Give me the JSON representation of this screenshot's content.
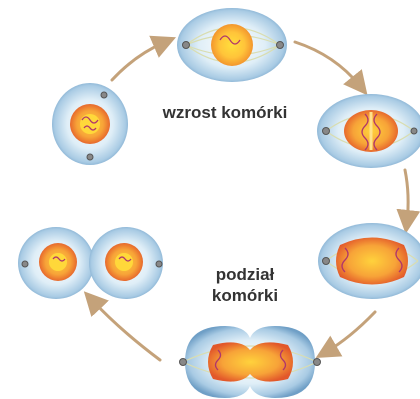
{
  "labels": {
    "growth": "wzrost komórki",
    "division_line1": "podział",
    "division_line2": "komórki"
  },
  "stages": [
    {
      "id": "interphase",
      "icon": "cell-interphase"
    },
    {
      "id": "prophase",
      "icon": "cell-prophase"
    },
    {
      "id": "metaphase",
      "icon": "cell-metaphase"
    },
    {
      "id": "anaphase",
      "icon": "cell-anaphase"
    },
    {
      "id": "telophase",
      "icon": "cell-telophase"
    },
    {
      "id": "daughter-cells",
      "icon": "cell-daughter-pair"
    }
  ],
  "colors": {
    "arrow": "#c4a27a",
    "membrane_outer": "#6a9cc4",
    "cytoplasm": "#e2eef6",
    "nucleus_outer": "#f2a33a",
    "nucleus_inner": "#ffd83a",
    "chromosome": "#b0366b",
    "spindle": "#d9ddb0",
    "text": "#333333"
  }
}
